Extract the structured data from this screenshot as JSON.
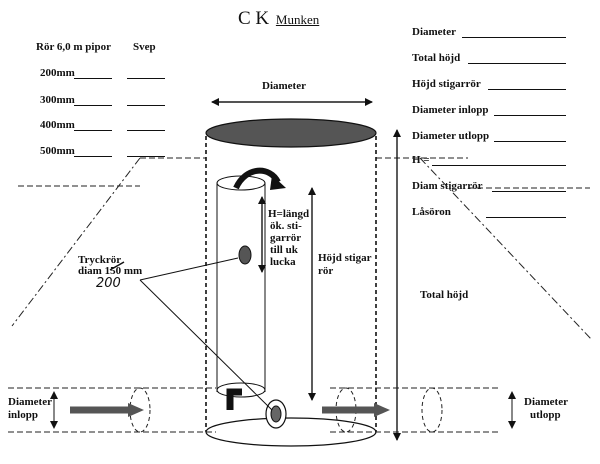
{
  "title": {
    "main": "C K",
    "sub": "Munken"
  },
  "left_table": {
    "col_pipes": "Rör 6,0 m pipor",
    "col_sweep": "Svep",
    "rows": [
      "200mm",
      "300mm",
      "400mm",
      "500mm"
    ]
  },
  "right_fields": {
    "diameter": "Diameter",
    "total_height": "Total höjd",
    "riser_height": "Höjd stigarrör",
    "inlet_diameter": "Diameter inlopp",
    "outlet_diameter": "Diameter utlopp",
    "h": "H =",
    "riser_diam": "Diam stigarrör",
    "lock_ears": "Låsöron"
  },
  "diagram_labels": {
    "top_diameter": "Diameter",
    "h_note": [
      "H=längd",
      "ök. sti-",
      "garrör",
      "till uk",
      "lucka"
    ],
    "riser_height": [
      "Höjd stigar",
      "rör"
    ],
    "total_height": "Total höjd",
    "pressure_pipe": [
      "Tryckrör",
      "diam 150 mm"
    ],
    "pressure_pipe_handwritten": "200",
    "inlet": [
      "Diameter",
      "inlopp"
    ],
    "outlet": [
      "Diameter",
      "utlopp"
    ]
  }
}
